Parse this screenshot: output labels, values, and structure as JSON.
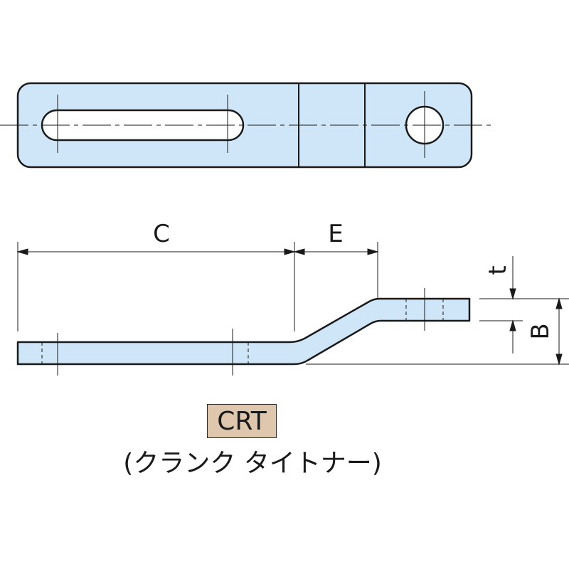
{
  "labels": {
    "dim_c": "C",
    "dim_e": "E",
    "dim_t": "t",
    "dim_b": "B"
  },
  "product": {
    "model": "CRT",
    "name": "(クランク タイトナー)"
  },
  "colors": {
    "part_fill": "#cfe6f8",
    "outline": "#1a1a1a",
    "model_bg": "#dfc7ad"
  }
}
